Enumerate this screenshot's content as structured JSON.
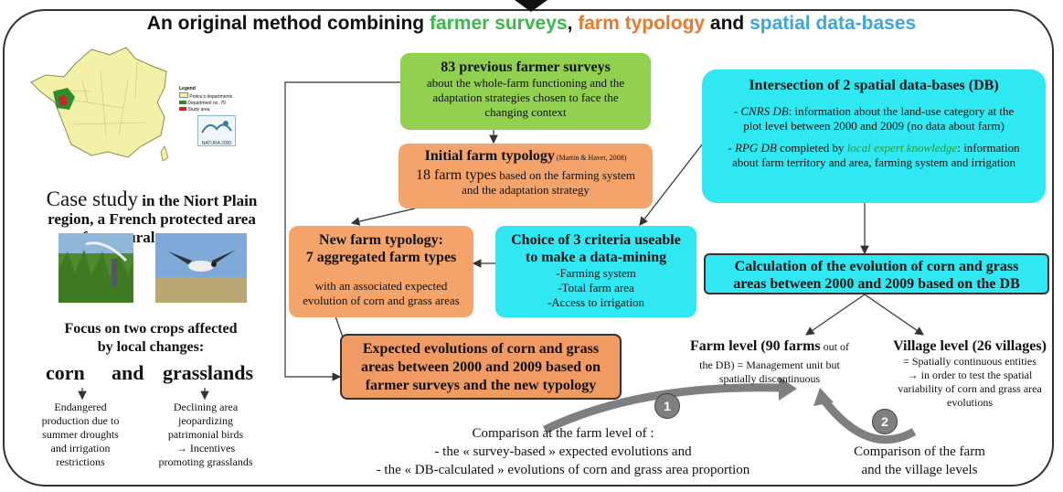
{
  "title": {
    "prefix": "An original method combining ",
    "part1": "farmer surveys",
    "sep1": ", ",
    "part2": "farm typology",
    "sep2": " and ",
    "part3": "spatial data-bases",
    "colors": {
      "part1": "#3cb94a",
      "part2": "#e8792e",
      "part3": "#3da6dc"
    }
  },
  "map_legend": {
    "title": "Legend",
    "items": [
      "Poitou's departments",
      "Department no. 79",
      "Study area"
    ],
    "logo_text": "NATURA 2000"
  },
  "case_study": {
    "big": "Case study",
    "rest1": " in the Niort Plain",
    "line2": "region, a French protected area",
    "line3": "for natural resources"
  },
  "focus": {
    "line1": "Focus on two crops affected",
    "line2": "by local changes:"
  },
  "crops": {
    "corn": "corn",
    "and": "and",
    "grass": "grasslands",
    "corn_desc": [
      "Endangered",
      "production due to",
      "summer droughts",
      "and irrigation",
      "restrictions"
    ],
    "grass_desc": [
      "Declining area",
      "jeopardizing",
      "patrimonial birds",
      "→ Incentives",
      "promoting grasslands"
    ]
  },
  "surveys": {
    "title": "83 previous farmer surveys",
    "l1": "about the whole-farm functioning and the",
    "l2": "adaptation strategies chosen to face the",
    "l3": "changing context"
  },
  "initial": {
    "title": "Initial farm typology",
    "ref": " (Martin & Havet, 2008)",
    "l1": "18 farm types",
    "l1b": " based on the farming system",
    "l2": "and the adaptation strategy"
  },
  "newtyp": {
    "t1": "New farm typology:",
    "t2": "7 aggregated farm types",
    "l1": "with an associated expected",
    "l2": "evolution of corn and grass areas"
  },
  "choice": {
    "t1": "Choice of  3 criteria useable",
    "t2": "to make a data-mining",
    "items": [
      "-Farming system",
      "-Total farm area",
      "-Access to irrigation"
    ]
  },
  "intersect": {
    "title": "Intersection of 2 spatial data-bases (DB)",
    "cnrs_a": "- CNRS DB",
    "cnrs_b": ": information about the land-use category at the",
    "cnrs_c": "plot level between 2000 and 2009 (no data about farm)",
    "rpg_a": "- RPG DB",
    "rpg_b": " completed by ",
    "rpg_c": "local expert knowledge",
    "rpg_d": ": information",
    "rpg_e": "about farm territory and area, farming system and irrigation"
  },
  "calc": {
    "l1": "Calculation of the evolution of corn and grass",
    "l2": "areas between 2000 and 2009 based on the DB"
  },
  "expected": {
    "l1": "Expected evolutions of corn and grass",
    "l2": "areas between 2000 and 2009 based on",
    "l3": "farmer surveys and the new typology"
  },
  "farm_level": {
    "title": "Farm level (90 farms",
    "title_small": " out of",
    "l2": "the DB) = Management unit but",
    "l3": "spatially discontinuous"
  },
  "village_level": {
    "title": "Village level (26 villages)",
    "l1": "= Spatially continuous entities",
    "l2": "→ in order to test the spatial",
    "l3": "variability of corn and grass area",
    "l4": "evolutions"
  },
  "badges": [
    "1",
    "2"
  ],
  "comparison1": {
    "l1": "Comparison at the farm level of :",
    "l2": "- the « survey-based » expected evolutions and",
    "l3": "- the « DB-calculated » evolutions of corn and grass area proportion"
  },
  "comparison2": {
    "l1": "Comparison of the farm",
    "l2": "and the village levels"
  }
}
